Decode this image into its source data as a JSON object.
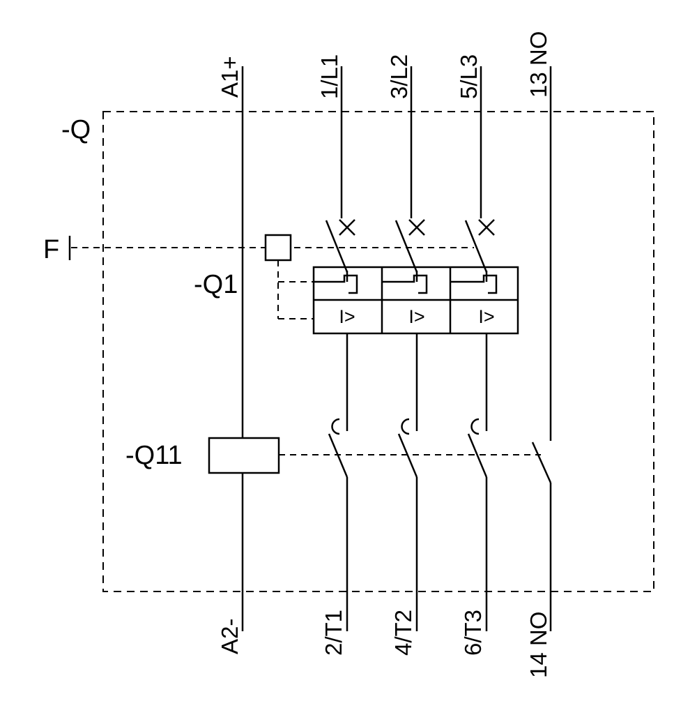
{
  "labels": {
    "enclosure": "-Q",
    "trip_input": "F",
    "breaker": "-Q1",
    "contactor": "-Q11"
  },
  "terminals": {
    "a1": "A1+",
    "a2": "A2-",
    "l1": "1/L1",
    "l2": "3/L2",
    "l3": "5/L3",
    "t1": "2/T1",
    "t2": "4/T2",
    "t3": "6/T3",
    "aux13": "13 NO",
    "aux14": "14 NO"
  },
  "symbols": {
    "overcurrent": "I>"
  },
  "colors": {
    "line": "#000000",
    "background": "#ffffff"
  }
}
